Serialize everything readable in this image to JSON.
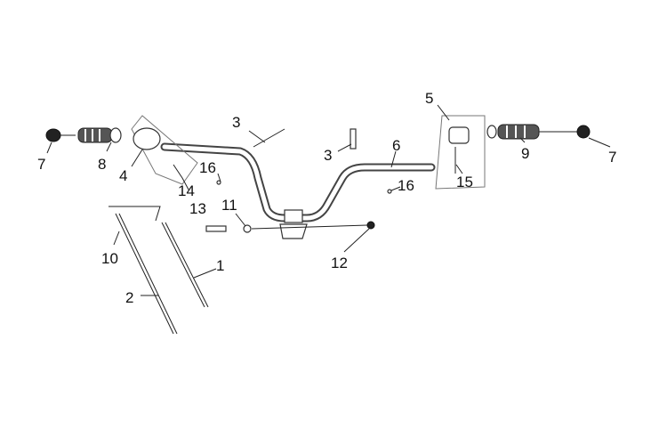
{
  "diagram": {
    "type": "exploded parts diagram - handlebar assembly",
    "callouts": {
      "c7_left": "7",
      "c8": "8",
      "c4": "4",
      "c14": "14",
      "c16_left": "16",
      "c3_upper": "3",
      "c3_lower": "3",
      "c6": "6",
      "c5": "5",
      "c9": "9",
      "c7_right": "7",
      "c15": "15",
      "c16_right": "16",
      "c13": "13",
      "c11": "11",
      "c10": "10",
      "c2": "2",
      "c1": "1",
      "c12": "12"
    }
  }
}
